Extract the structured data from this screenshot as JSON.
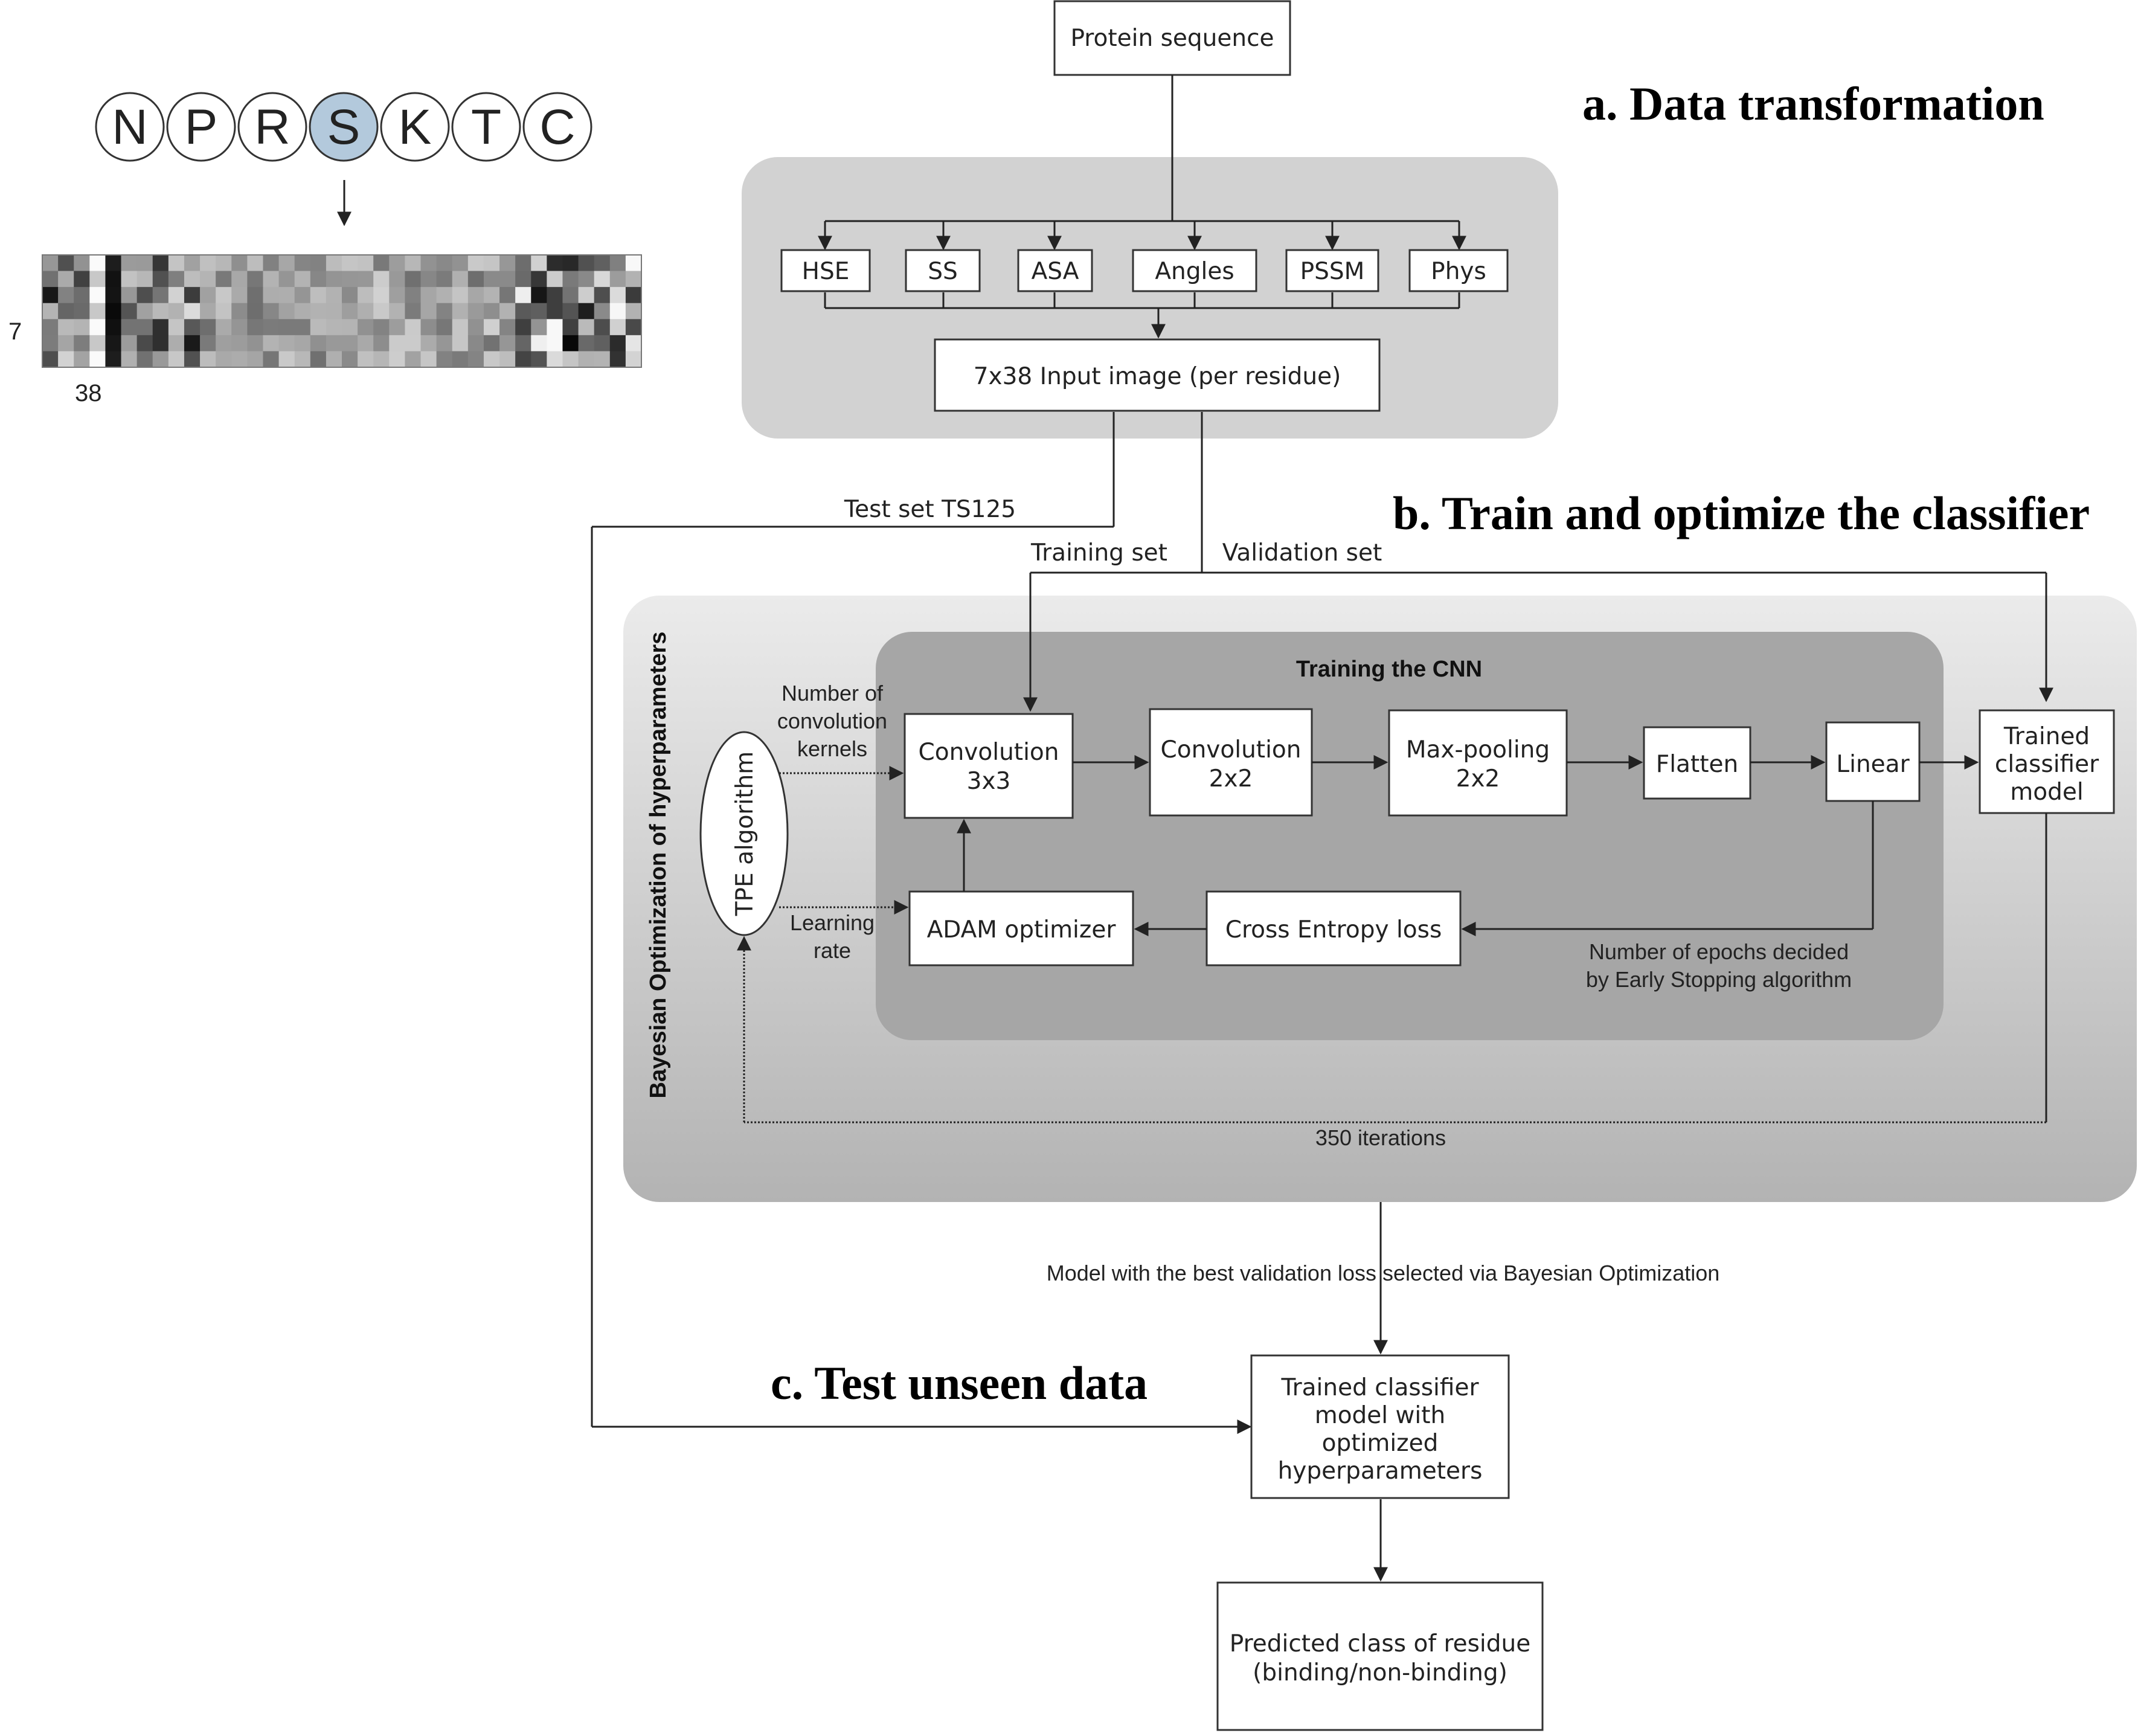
{
  "sequence": {
    "letters": [
      "N",
      "P",
      "R",
      "S",
      "K",
      "T",
      "C"
    ],
    "highlight_index": 3,
    "highlight_color": "#b3c9dc",
    "image_rows_label": "7",
    "image_cols_label": "38"
  },
  "headings": {
    "a": "a. Data transformation",
    "b": "b. Train and optimize the classifier",
    "c": "c. Test unseen data"
  },
  "boxes": {
    "protein_sequence": "Protein sequence",
    "hse": "HSE",
    "ss": "SS",
    "asa": "ASA",
    "angles": "Angles",
    "pssm": "PSSM",
    "phys": "Phys",
    "input_image": "7x38 Input image (per residue)",
    "conv3": [
      "Convolution",
      "3x3"
    ],
    "conv2": [
      "Convolution",
      "2x2"
    ],
    "maxpool": [
      "Max-pooling",
      "2x2"
    ],
    "flatten": "Flatten",
    "linear": "Linear",
    "trained_model": [
      "Trained",
      "classifier",
      "model"
    ],
    "adam": "ADAM optimizer",
    "ce_loss": "Cross Entropy loss",
    "tpe": "TPE algorithm",
    "final_model": [
      "Trained classifier",
      "model with",
      "optimized",
      "hyperparameters"
    ],
    "prediction": [
      "Predicted class of residue",
      "(binding/non-binding)"
    ]
  },
  "labels": {
    "test_set": "Test set TS125",
    "training_set": "Training set",
    "validation_set": "Validation set",
    "training_cnn": "Training the CNN",
    "bayes_vertical": "Bayesian Optimization of hyperparameters",
    "num_kernels": [
      "Number of",
      "convolution",
      "kernels"
    ],
    "learning_rate": [
      "Learning",
      "rate"
    ],
    "epochs": [
      "Number  of epochs decided",
      "by Early Stopping algorithm"
    ],
    "iterations": "350 iterations",
    "best_model": "Model with the best validation loss selected via Bayesian Optimization"
  },
  "colors": {
    "panel_a": "#d2d2d2",
    "panel_cnn": "#a6a6a6",
    "bayes_top": "#ebebeb",
    "bayes_bottom": "#b3b3b3"
  }
}
